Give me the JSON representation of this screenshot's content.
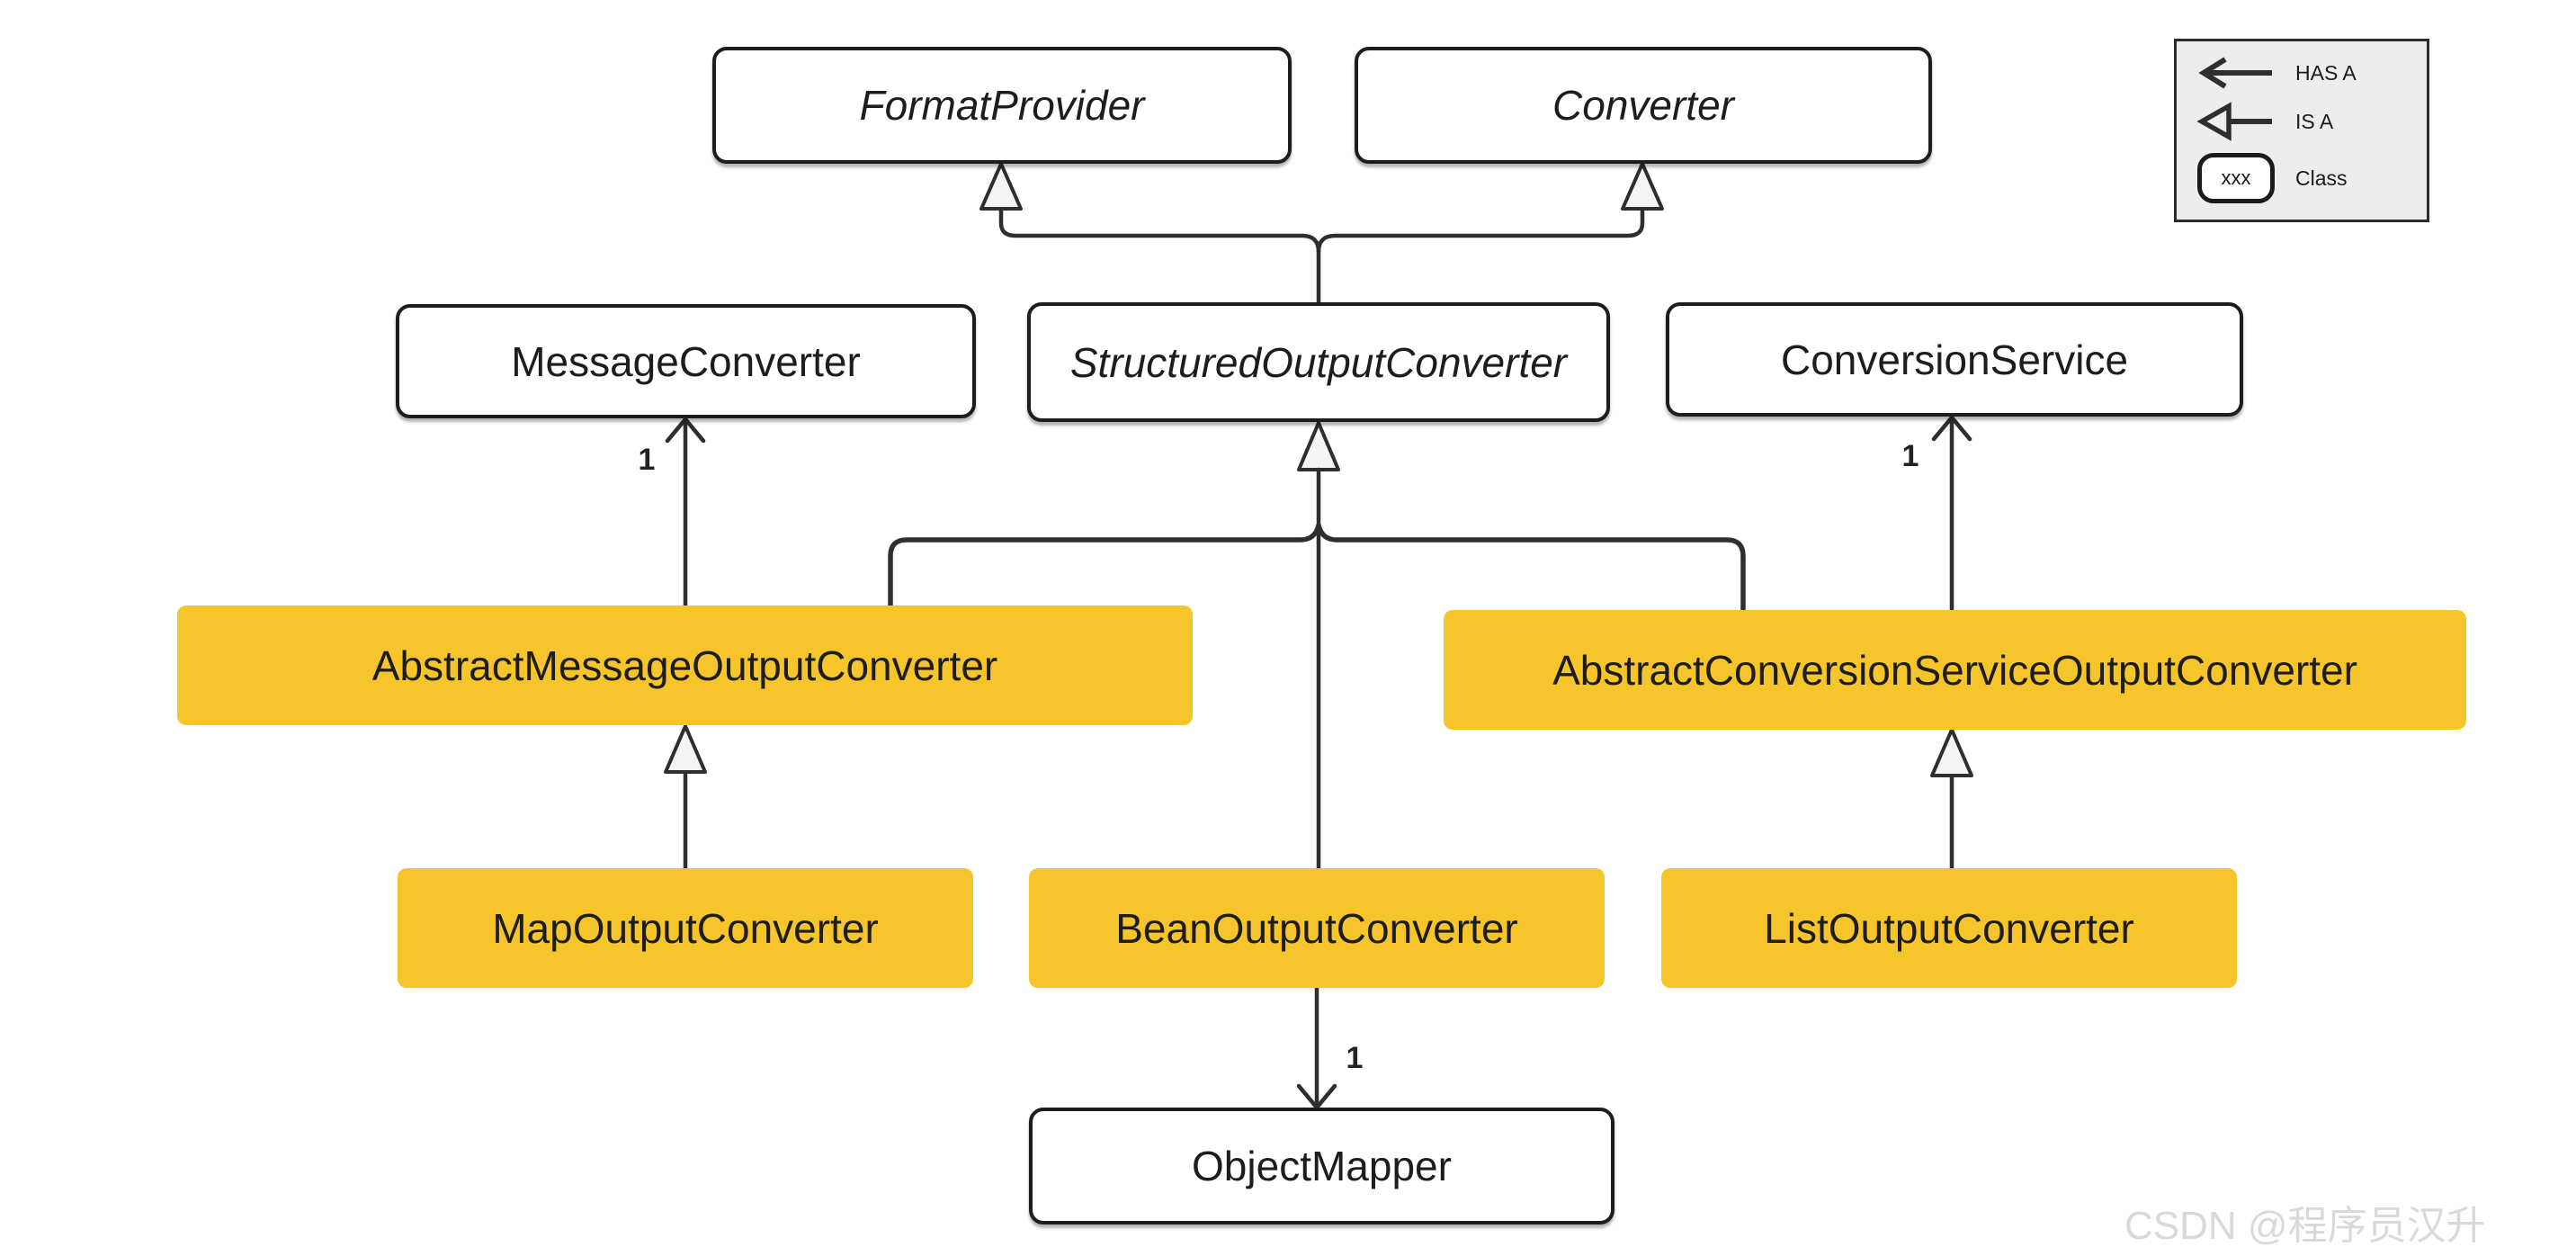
{
  "colors": {
    "highlight_fill": "#F5C52B",
    "line_color": "#2e2e2e",
    "legend_bg": "#ededed",
    "watermark_color": "#d9d9d9"
  },
  "nodes": {
    "format_provider": {
      "label": "FormatProvider",
      "kind": "interface"
    },
    "converter": {
      "label": "Converter",
      "kind": "interface"
    },
    "message_converter": {
      "label": "MessageConverter",
      "kind": "class"
    },
    "structured_output_converter": {
      "label": "StructuredOutputConverter",
      "kind": "interface"
    },
    "conversion_service": {
      "label": "ConversionService",
      "kind": "class"
    },
    "abstract_message_output_converter": {
      "label": "AbstractMessageOutputConverter",
      "kind": "highlighted-class"
    },
    "abstract_conversion_service_output_converter": {
      "label": "AbstractConversionServiceOutputConverter",
      "kind": "highlighted-class"
    },
    "map_output_converter": {
      "label": "MapOutputConverter",
      "kind": "highlighted-class"
    },
    "bean_output_converter": {
      "label": "BeanOutputConverter",
      "kind": "highlighted-class"
    },
    "list_output_converter": {
      "label": "ListOutputConverter",
      "kind": "highlighted-class"
    },
    "object_mapper": {
      "label": "ObjectMapper",
      "kind": "class"
    }
  },
  "edges": [
    {
      "from": "AbstractMessageOutputConverter",
      "to": "MessageConverter",
      "type": "HAS A",
      "multiplicity": "1"
    },
    {
      "from": "AbstractConversionServiceOutputConverter",
      "to": "ConversionService",
      "type": "HAS A",
      "multiplicity": "1"
    },
    {
      "from": "BeanOutputConverter",
      "to": "ObjectMapper",
      "type": "HAS A",
      "multiplicity": "1"
    },
    {
      "from": "StructuredOutputConverter",
      "to": "FormatProvider",
      "type": "IS A"
    },
    {
      "from": "StructuredOutputConverter",
      "to": "Converter",
      "type": "IS A"
    },
    {
      "from": "AbstractMessageOutputConverter",
      "to": "StructuredOutputConverter",
      "type": "IS A"
    },
    {
      "from": "BeanOutputConverter",
      "to": "StructuredOutputConverter",
      "type": "IS A"
    },
    {
      "from": "AbstractConversionServiceOutputConverter",
      "to": "StructuredOutputConverter",
      "type": "IS A"
    },
    {
      "from": "MapOutputConverter",
      "to": "AbstractMessageOutputConverter",
      "type": "IS A"
    },
    {
      "from": "ListOutputConverter",
      "to": "AbstractConversionServiceOutputConverter",
      "type": "IS A"
    }
  ],
  "legend": {
    "items": [
      {
        "icon": "has-a-arrow-icon",
        "label": "HAS A"
      },
      {
        "icon": "is-a-arrow-icon",
        "label": "IS A"
      },
      {
        "icon": "class-box-icon",
        "sample": "xxx",
        "label": "Class"
      }
    ]
  },
  "watermark": "CSDN @程序员汉升"
}
